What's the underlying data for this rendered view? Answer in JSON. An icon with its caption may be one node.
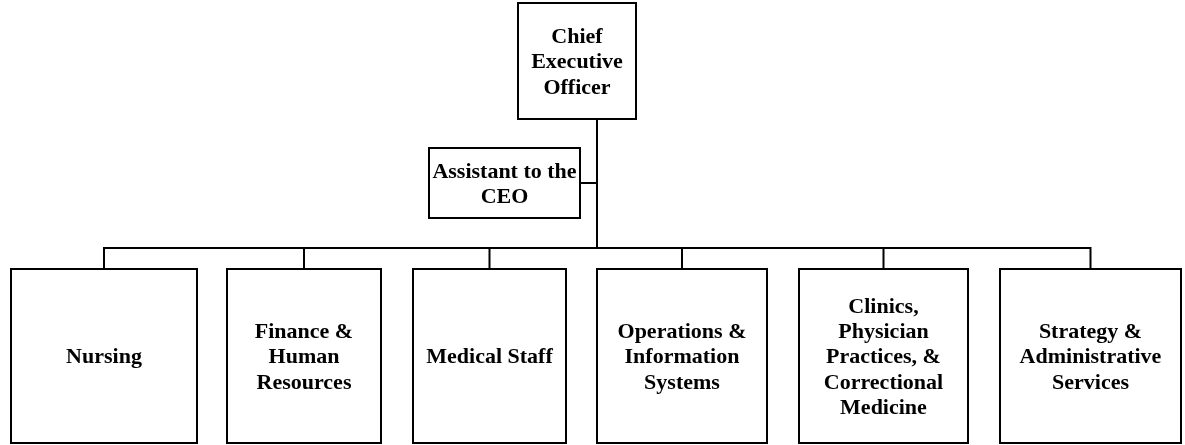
{
  "diagram": {
    "nodes": [
      {
        "text": [
          "Chief Executive Officer"
        ]
      },
      {
        "text": [
          "Assistant to the CEO"
        ]
      },
      {
        "text": [
          "Nursing"
        ]
      },
      {
        "text": [
          "Finance & Human Resources"
        ]
      },
      {
        "text": [
          "Medical Staff"
        ]
      },
      {
        "text": [
          "Operations & Information Systems"
        ]
      },
      {
        "text": [
          "Clinics, Physician Practices, & Correctional Medicine"
        ]
      },
      {
        "text": [
          "Strategy & Administrative Services"
        ]
      }
    ],
    "edges": [
      {
        "from": 0,
        "to": 1,
        "arrow": "none"
      },
      {
        "from": 0,
        "to": 2,
        "arrow": "none"
      },
      {
        "from": 0,
        "to": 3,
        "arrow": "none"
      },
      {
        "from": 0,
        "to": 4,
        "arrow": "none"
      },
      {
        "from": 0,
        "to": 5,
        "arrow": "none"
      },
      {
        "from": 0,
        "to": 6,
        "arrow": "none"
      },
      {
        "from": 0,
        "to": 7,
        "arrow": "none"
      }
    ]
  }
}
